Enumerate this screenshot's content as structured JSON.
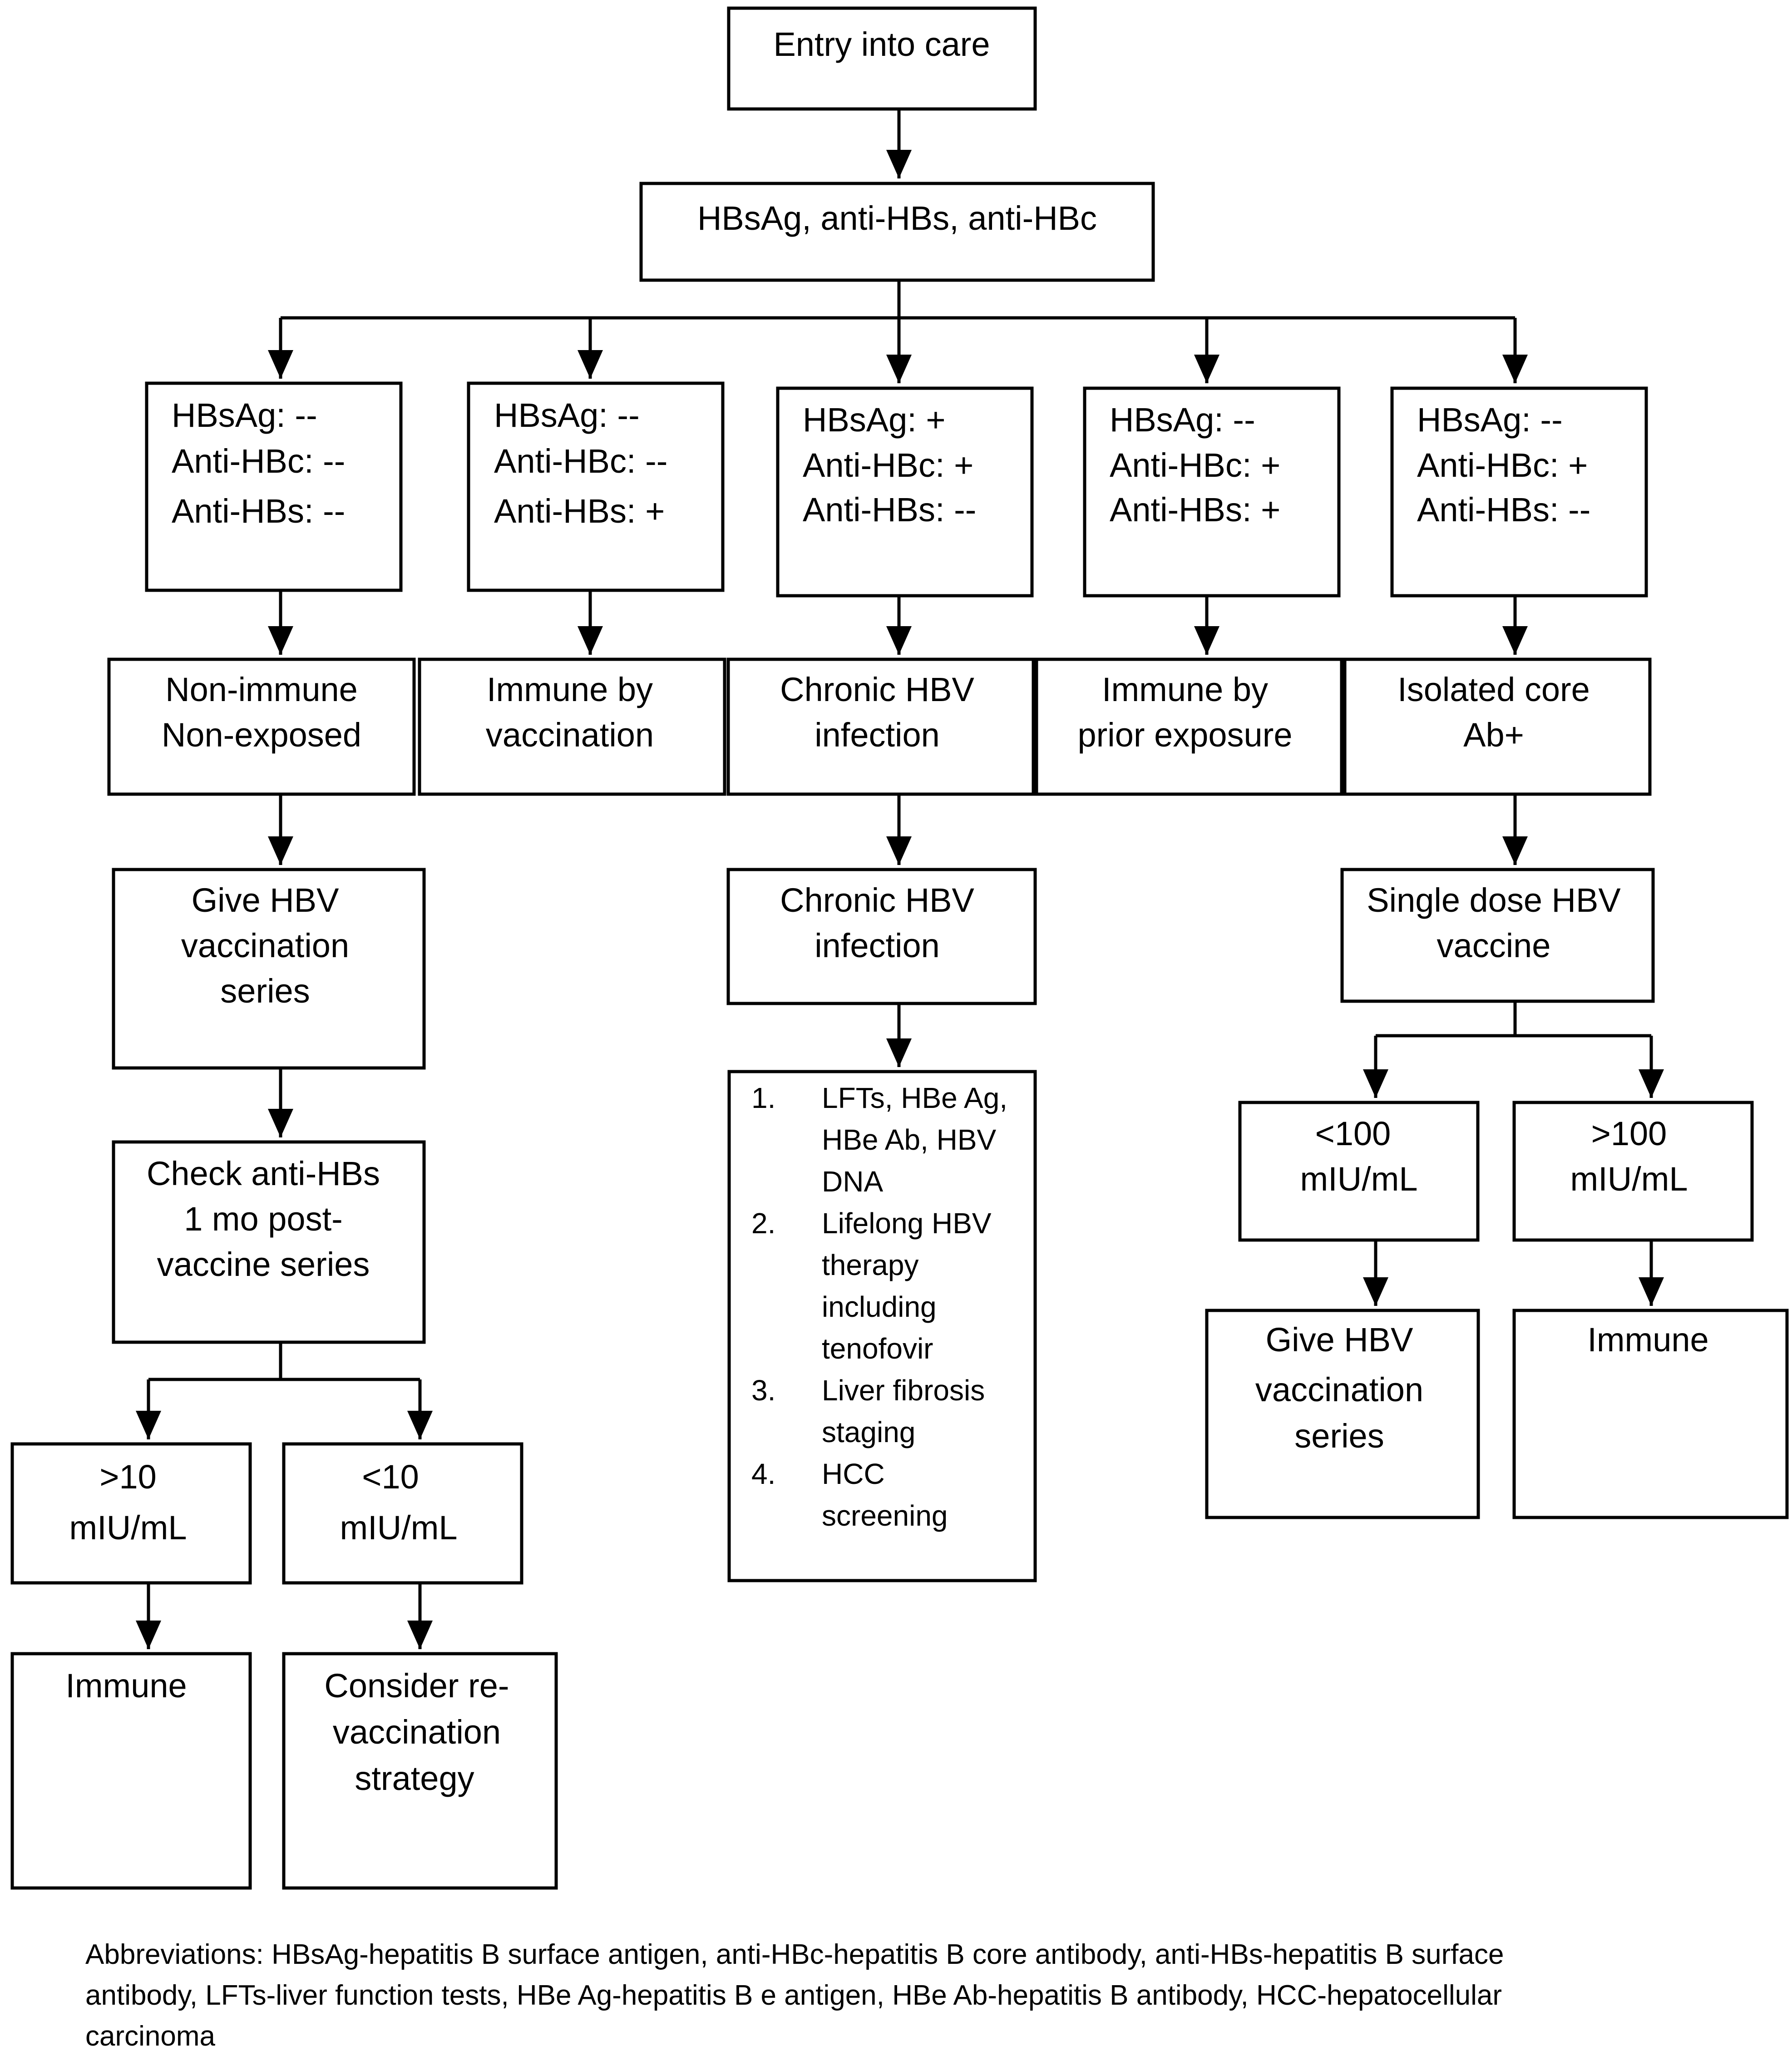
{
  "entry": "Entry into care",
  "tests": "HBsAg, anti-HBs, anti-HBc",
  "serology": [
    {
      "hbsag": "HBsAg: --",
      "antihbc": "Anti-HBc:  --",
      "antihbs": "Anti-HBs: --"
    },
    {
      "hbsag": "HBsAg: --",
      "antihbc": "Anti-HBc:  --",
      "antihbs": "Anti-HBs: +"
    },
    {
      "hbsag": "HBsAg: +",
      "antihbc": "Anti-HBc:  +",
      "antihbs": "Anti-HBs: --"
    },
    {
      "hbsag": "HBsAg: --",
      "antihbc": "Anti-HBc:  +",
      "antihbs": "Anti-HBs: +"
    },
    {
      "hbsag": "HBsAg: --",
      "antihbc": "Anti-HBc:  +",
      "antihbs": "Anti-HBs: --"
    }
  ],
  "status": [
    {
      "line1": "Non-immune",
      "line2": "Non-exposed"
    },
    {
      "line1": "Immune by",
      "line2": "vaccination"
    },
    {
      "line1": "Chronic  HBV",
      "line2": "infection"
    },
    {
      "line1": "Immune by",
      "line2": "prior  exposure"
    },
    {
      "line1": "Isolated core",
      "line2": "Ab+"
    }
  ],
  "left": {
    "vaccinate": [
      "Give HBV",
      "vaccination",
      "series"
    ],
    "check": [
      "Check anti-HBs",
      "1 mo post-",
      "vaccine series"
    ],
    "gt10": [
      ">10",
      "mIU/mL"
    ],
    "lt10": [
      "<10",
      "mIU/mL"
    ],
    "immune": "Immune",
    "revacc": [
      "Consider re-",
      "vaccination",
      "strategy"
    ]
  },
  "middle": {
    "chronic": [
      "Chronic  HBV",
      "infection"
    ],
    "steps": [
      {
        "num": "1.",
        "lines": [
          "LFTs, HBe Ag,",
          "HBe Ab, HBV",
          "DNA"
        ]
      },
      {
        "num": "2.",
        "lines": [
          "Lifelong HBV",
          "therapy",
          "including",
          "tenofovir"
        ]
      },
      {
        "num": "3.",
        "lines": [
          "Liver fibrosis",
          "staging"
        ]
      },
      {
        "num": "4.",
        "lines": [
          "HCC",
          "screening"
        ]
      }
    ]
  },
  "right": {
    "single": [
      "Single dose HBV",
      "vaccine"
    ],
    "lt100": [
      "<100",
      "mIU/mL"
    ],
    "gt100": [
      ">100",
      "mIU/mL"
    ],
    "vaccinate": [
      "Give HBV",
      "vaccination",
      "series"
    ],
    "immune": "Immune"
  },
  "abbreviations": [
    "Abbreviations: HBsAg-hepatitis B surface antigen, anti-HBc-hepatitis B core antibody, anti-HBs-hepatitis B surface",
    "antibody, LFTs-liver function tests, HBe Ag-hepatitis B e antigen, HBe Ab-hepatitis B antibody, HCC-hepatocellular",
    "carcinoma"
  ]
}
